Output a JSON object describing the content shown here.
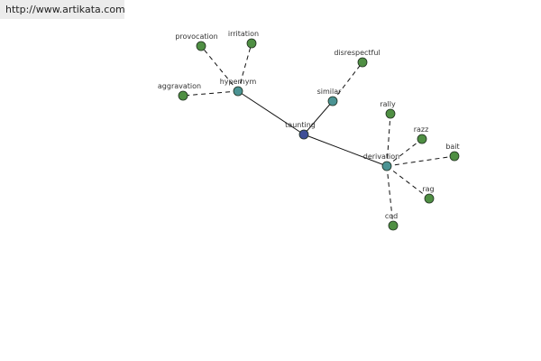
{
  "watermark": "http://www.artikata.com",
  "graph": {
    "nodes": [
      {
        "id": "taunting",
        "label": "taunting",
        "color": "#3e4f96",
        "kind": "root"
      },
      {
        "id": "hypernym",
        "label": "hypernym",
        "color": "#4b9393",
        "kind": "relation"
      },
      {
        "id": "similar",
        "label": "similar",
        "color": "#4b9393",
        "kind": "relation"
      },
      {
        "id": "derivation",
        "label": "derivation",
        "color": "#4b9393",
        "kind": "relation"
      },
      {
        "id": "provocation",
        "label": "provocation",
        "color": "#4f8f43",
        "kind": "word"
      },
      {
        "id": "irritation",
        "label": "irritation",
        "color": "#4f8f43",
        "kind": "word"
      },
      {
        "id": "aggravation",
        "label": "aggravation",
        "color": "#4f8f43",
        "kind": "word"
      },
      {
        "id": "disrespectful",
        "label": "disrespectful",
        "color": "#4f8f43",
        "kind": "word"
      },
      {
        "id": "rally",
        "label": "rally",
        "color": "#4f8f43",
        "kind": "word"
      },
      {
        "id": "razz",
        "label": "razz",
        "color": "#4f8f43",
        "kind": "word"
      },
      {
        "id": "bait",
        "label": "bait",
        "color": "#4f8f43",
        "kind": "word"
      },
      {
        "id": "rag",
        "label": "rag",
        "color": "#4f8f43",
        "kind": "word"
      },
      {
        "id": "cod",
        "label": "cod",
        "color": "#4f8f43",
        "kind": "word"
      }
    ],
    "edges": [
      {
        "from": "taunting",
        "to": "hypernym",
        "style": "solid"
      },
      {
        "from": "taunting",
        "to": "similar",
        "style": "solid"
      },
      {
        "from": "taunting",
        "to": "derivation",
        "style": "solid"
      },
      {
        "from": "hypernym",
        "to": "provocation",
        "style": "dashed"
      },
      {
        "from": "hypernym",
        "to": "irritation",
        "style": "dashed"
      },
      {
        "from": "hypernym",
        "to": "aggravation",
        "style": "dashed"
      },
      {
        "from": "similar",
        "to": "disrespectful",
        "style": "dashed"
      },
      {
        "from": "derivation",
        "to": "rally",
        "style": "dashed"
      },
      {
        "from": "derivation",
        "to": "razz",
        "style": "dashed"
      },
      {
        "from": "derivation",
        "to": "bait",
        "style": "dashed"
      },
      {
        "from": "derivation",
        "to": "rag",
        "style": "dashed"
      },
      {
        "from": "derivation",
        "to": "cod",
        "style": "dashed"
      }
    ]
  }
}
